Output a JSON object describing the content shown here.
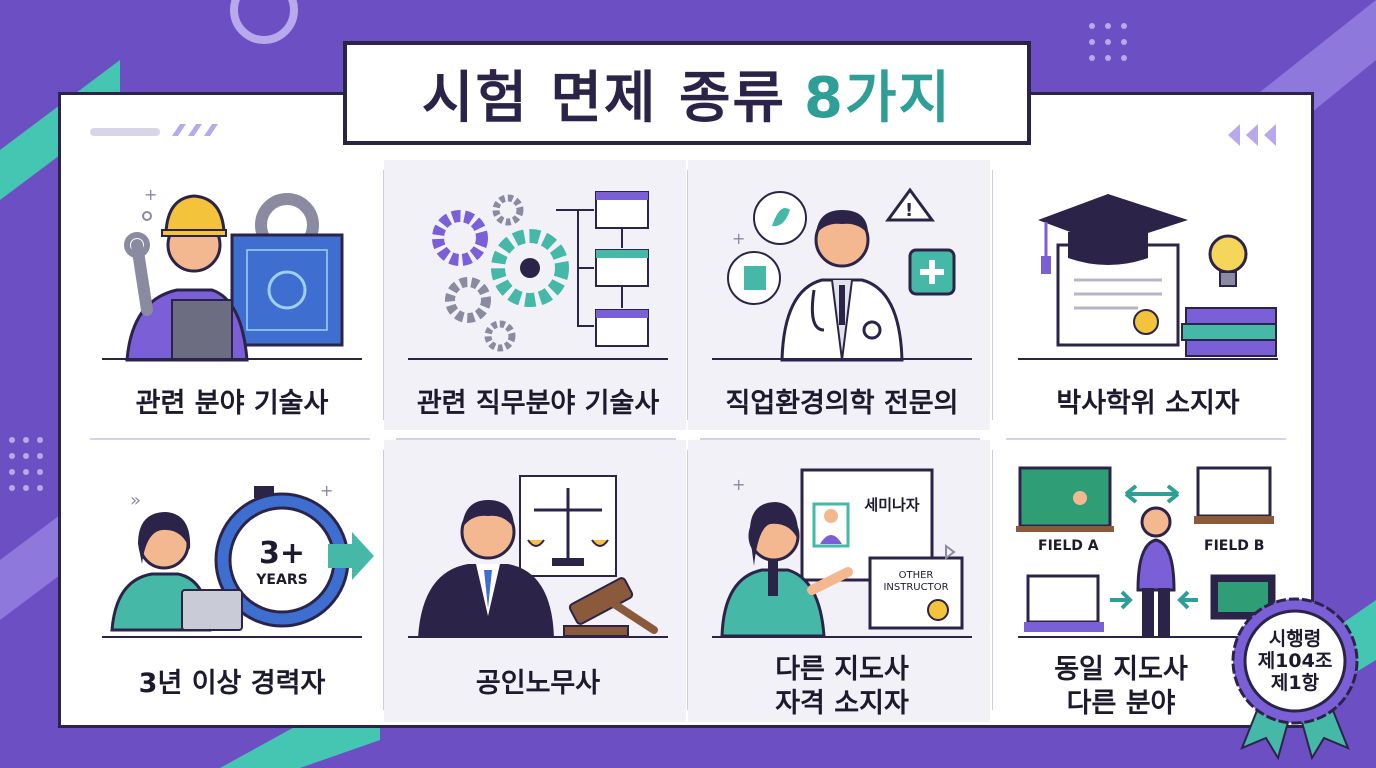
{
  "title": {
    "main": "시험 면제 종류",
    "accent": "8가지"
  },
  "items": [
    {
      "label": "관련 분야 기술사"
    },
    {
      "label": "관련 직무분야 기술사"
    },
    {
      "label": "직업환경의학 전문의"
    },
    {
      "label": "박사학위 소지자"
    },
    {
      "label": "3년 이상 경력자",
      "clock_line1": "3+",
      "clock_line2": "YEARS"
    },
    {
      "label": "공인노무사"
    },
    {
      "label_line1": "다른 지도사",
      "label_line2": "자격 소지자",
      "board_text": "세미나자",
      "cert_line1": "OTHER",
      "cert_line2": "INSTRUCTOR"
    },
    {
      "label_line1": "동일 지도사",
      "label_line2": "다른 분야",
      "field_a": "FIELD A",
      "field_b": "FIELD B"
    }
  ],
  "badge": {
    "line1": "시행령",
    "line2": "제104조",
    "line3": "제1항"
  },
  "colors": {
    "background": "#6d4fc4",
    "accent": "#2f9e97",
    "ink": "#2c2448",
    "purple": "#7a5fd6",
    "teal": "#45b8a8"
  }
}
